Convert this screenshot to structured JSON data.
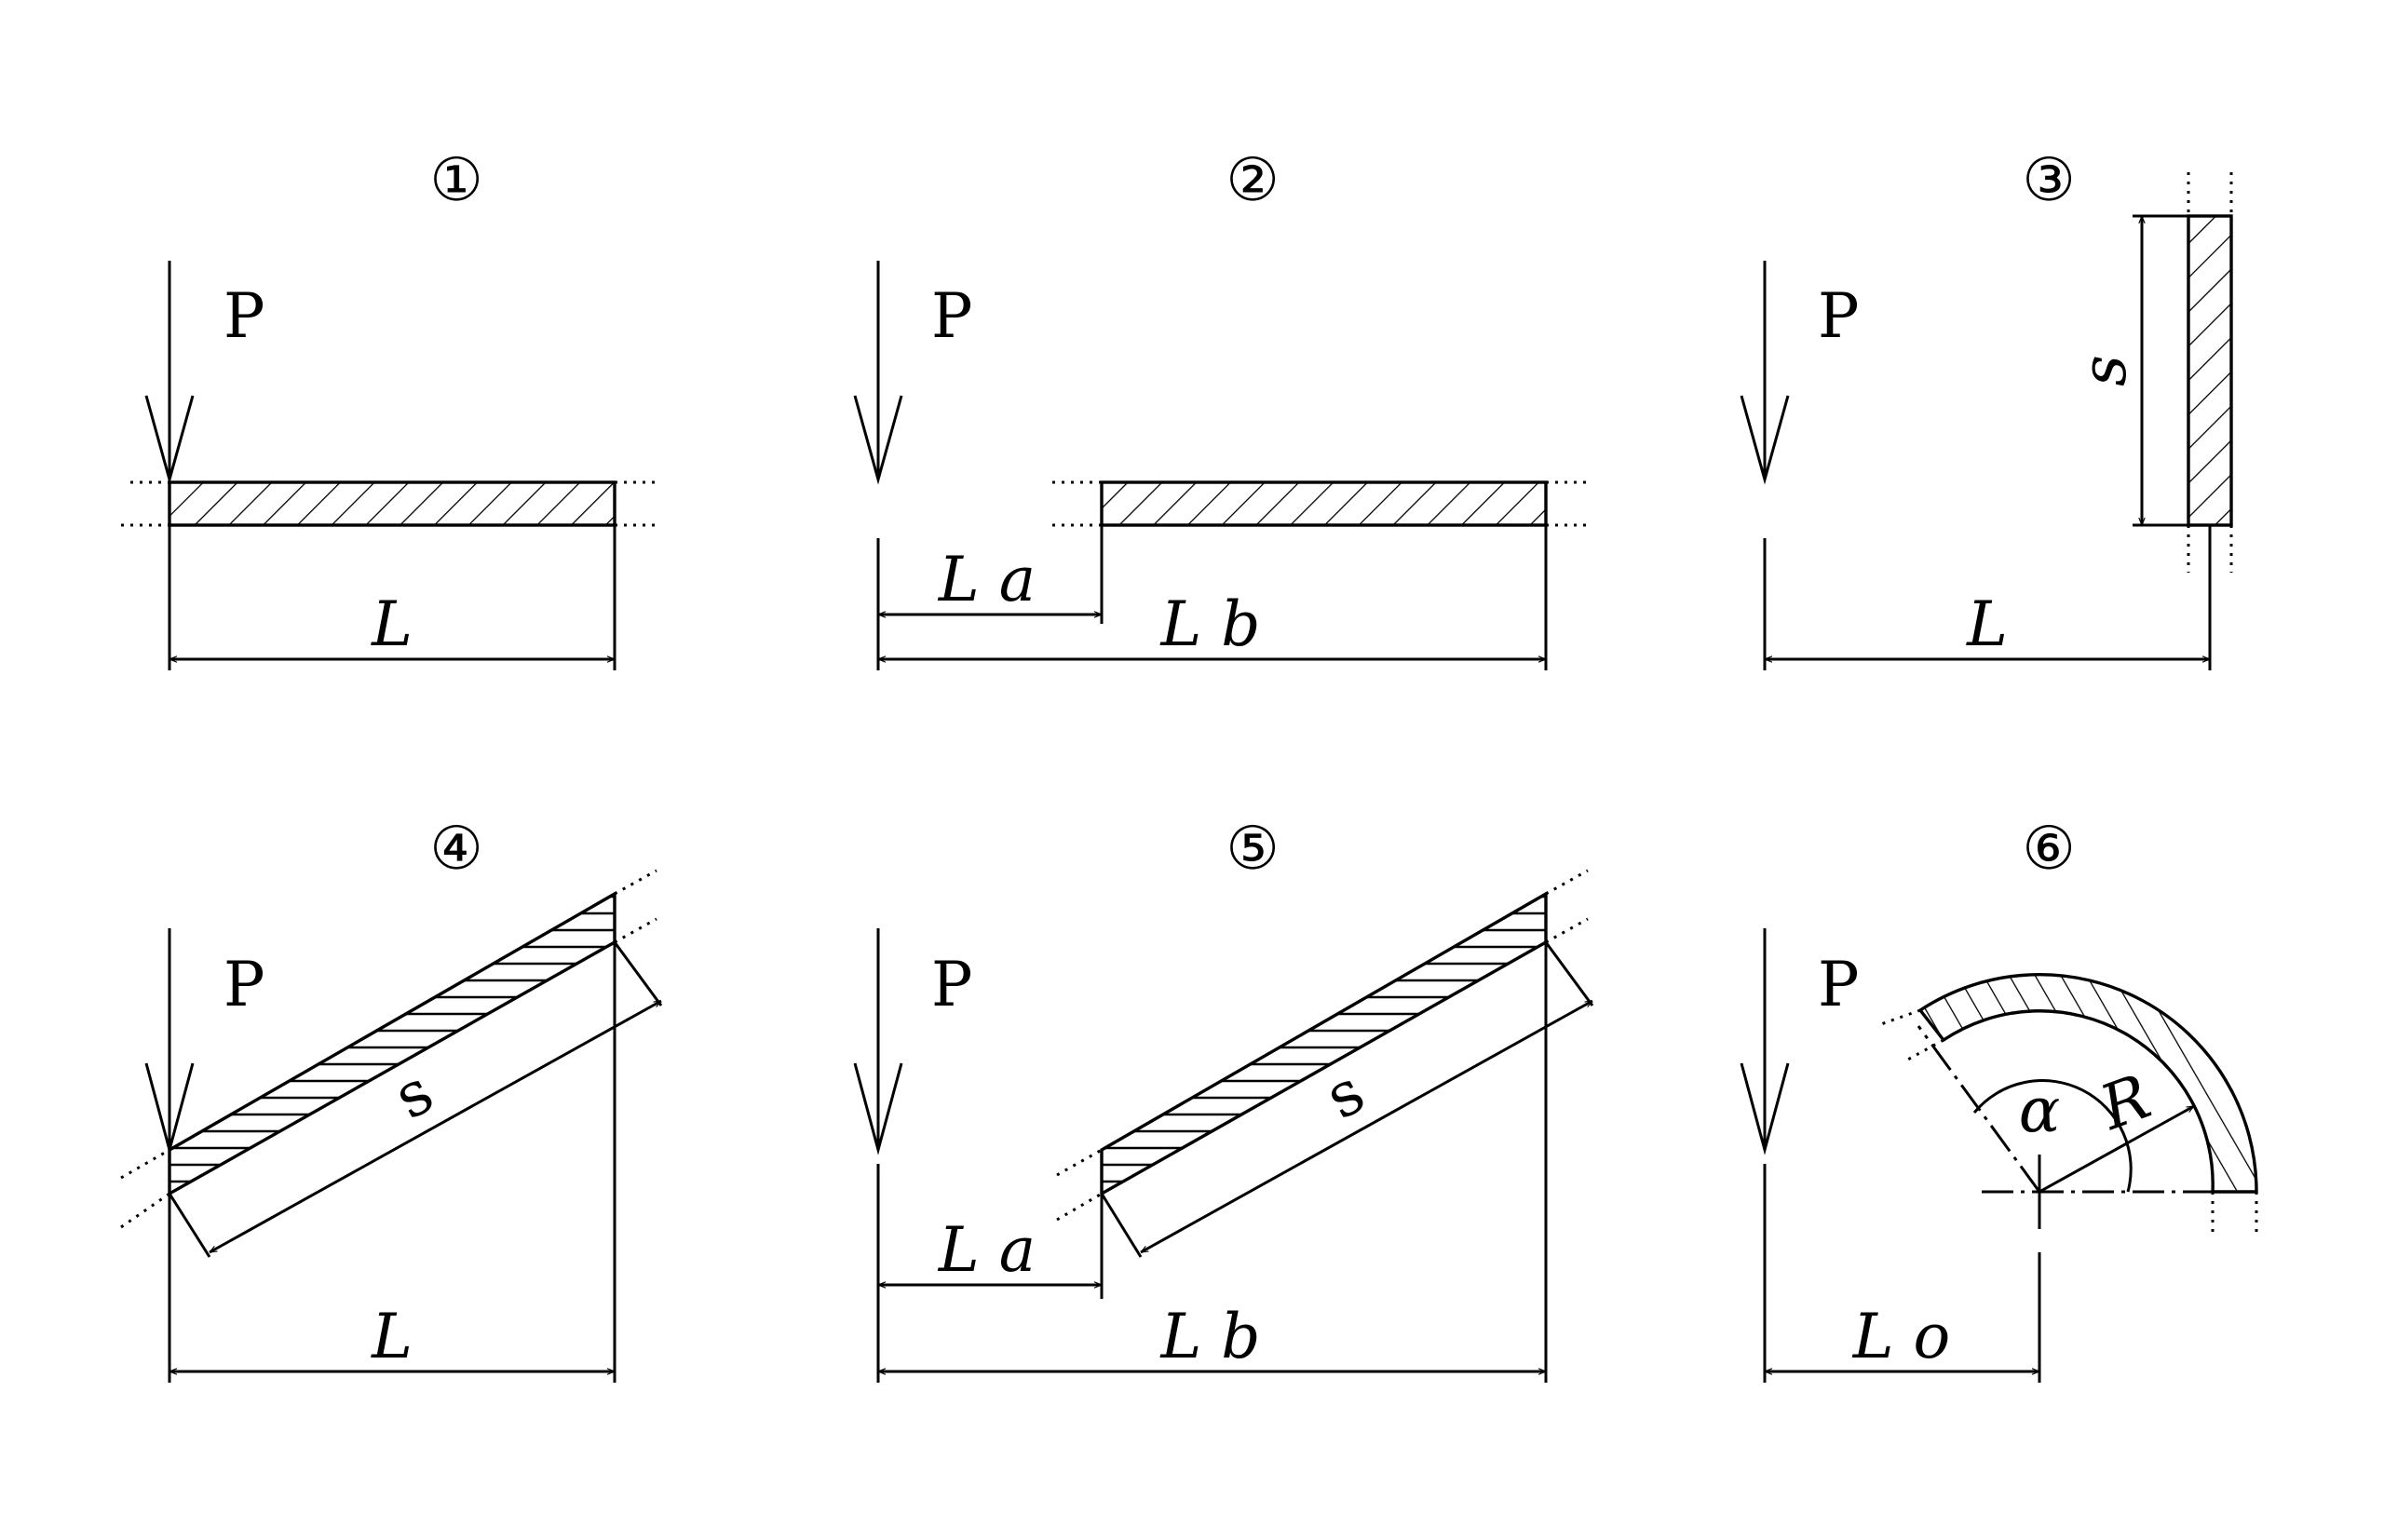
{
  "panels": [
    {
      "number": "①",
      "force": "P",
      "dims": [
        "L"
      ]
    },
    {
      "number": "②",
      "force": "P",
      "dims": [
        "L a",
        "L b"
      ]
    },
    {
      "number": "③",
      "force": "P",
      "dims": [
        "s",
        "L"
      ]
    },
    {
      "number": "④",
      "force": "P",
      "dims": [
        "s",
        "L"
      ]
    },
    {
      "number": "⑤",
      "force": "P",
      "dims": [
        "s",
        "L a",
        "L b"
      ]
    },
    {
      "number": "⑥",
      "force": "P",
      "dims": [
        "α",
        "R",
        "L o"
      ]
    }
  ]
}
